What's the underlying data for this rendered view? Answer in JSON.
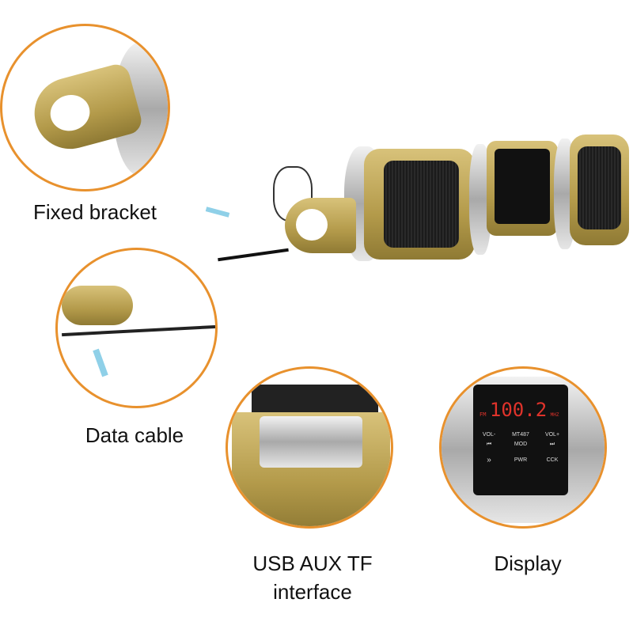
{
  "labels": {
    "fixed_bracket": "Fixed bracket",
    "data_cable": "Data cable",
    "usb_aux_tf_line1": "USB AUX TF",
    "usb_aux_tf_line2": "interface",
    "display": "Display"
  },
  "display_panel": {
    "band": "FM",
    "frequency": "100.2",
    "unit": "MHZ",
    "buttons": [
      "VOL-",
      "MT487",
      "VOL+",
      "⏮",
      "MOD",
      "⏭",
      "»",
      "PWR",
      "CCK"
    ]
  },
  "colors": {
    "accent": "#e8912d",
    "gold": "#c8b064",
    "display_red": "#e0332b"
  }
}
